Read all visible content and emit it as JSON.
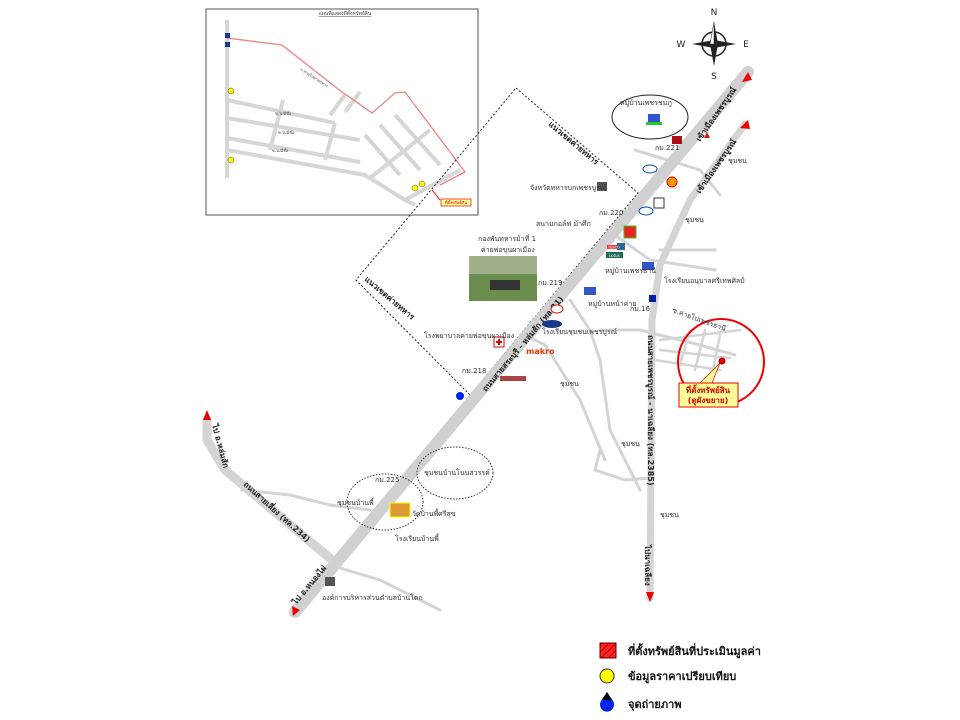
{
  "compass": {
    "n": "N",
    "s": "S",
    "e": "E",
    "w": "W"
  },
  "inset": {
    "title": "แผนที่แสดงที่ตั้งทรัพย์สิน",
    "road_label": "ถ.สายไปค่ายทหาร",
    "soi_labels": [
      "ซ.ไม่มีชื่อ",
      "ซ.ไม่มีชื่อ",
      "ซ.ไม่มีชื่อ"
    ],
    "property_label": "ที่ตั้งทรัพย์สิน"
  },
  "labels": {
    "military_zone_top": "แนวเขตค่ายทหาร",
    "military_zone_left": "แนวเขตค่ายทหาร",
    "village_phetchamphu": "หมู่บ้านเพชรชมภู",
    "km221": "กม.221",
    "community_1": "ชุมชน",
    "community_2": "ชุมชน",
    "community_3": "ชุมชน",
    "community_4": "ชุมชน",
    "community_5": "ชุมชน",
    "provincial_military": "จังหวัดทหารบกเพชรบูรณ์",
    "km220": "กม.220",
    "golf": "สนามกอล์ฟ ม้าศึก",
    "cavalry_line1": "กองพันทหารม้าที่ 1",
    "cavalry_line2": "ค่ายพ่อขุนผาเมือง",
    "km219": "กม.219",
    "village_nakhai": "หมู่บ้านหน้าค่าย",
    "village_phetthani": "หมู่บ้านเพชรธานี",
    "school_anuban": "โรงเรียนอนุบาลศรีเทพศิลป์",
    "km16": "กม.16",
    "soi_military": "ซ.ค่ายไปเพชรธานี",
    "school_ford": "โรงเรียนชุมชนเพชรบูรณ์",
    "hospital": "โรงพยาบาลค่ายพ่อขุนผาเมือง",
    "makro": "makro",
    "km218": "กม.218",
    "tesco": "TESCO",
    "lotus": "Lotus",
    "property_line1": "ที่ตั้งทรัพย์สิน",
    "property_line2": "(ดูผังขยาย)",
    "to_phetchabun_1": "เข้าเมืองเพชรบูรณ์",
    "to_phetchabun_2": "เข้าเมืองเพชรบูรณ์",
    "highway_main": "ถนนสายสระบุรี - หล่มสัก (ทล.21)",
    "highway_2385": "ถนนสายเพชรบูรณ์ - นาเฉลียง (ทล.2385)",
    "to_nachaliang": "ไปนาเฉลียง",
    "bypass": "ถนนสายเลี่ยง (ทล.234)",
    "to_lomsak": "ไป อ.หล่มสัก",
    "to_nongphai": "ไป อ.หนองไผ่",
    "km225": "กม.225",
    "community_banphi": "ชุมชนบ้านพี้",
    "community_noinsawan": "ชุมชนบ้านโนนสวรรค์",
    "temple": "วัดบ้านพี้ศรีสุข",
    "school_banphi": "โรงเรียนบ้านพี้",
    "tao": "องค์การบริหารส่วนตำบลบ้านโตก"
  },
  "legend": [
    {
      "label": "ที่ตั้งทรัพย์สินที่ประเมินมูลค่า",
      "icon": "hatched-red-square"
    },
    {
      "label": "ข้อมูลราคาเปรียบเทียบ",
      "icon": "yellow-circle"
    },
    {
      "label": "จุดถ่ายภาพ",
      "icon": "blue-drop"
    }
  ],
  "colors": {
    "road": "#d4d4d4",
    "accent": "#e00000",
    "callout": "#ffff99",
    "comparable": "#ffff00",
    "photo": "#0022ee"
  }
}
